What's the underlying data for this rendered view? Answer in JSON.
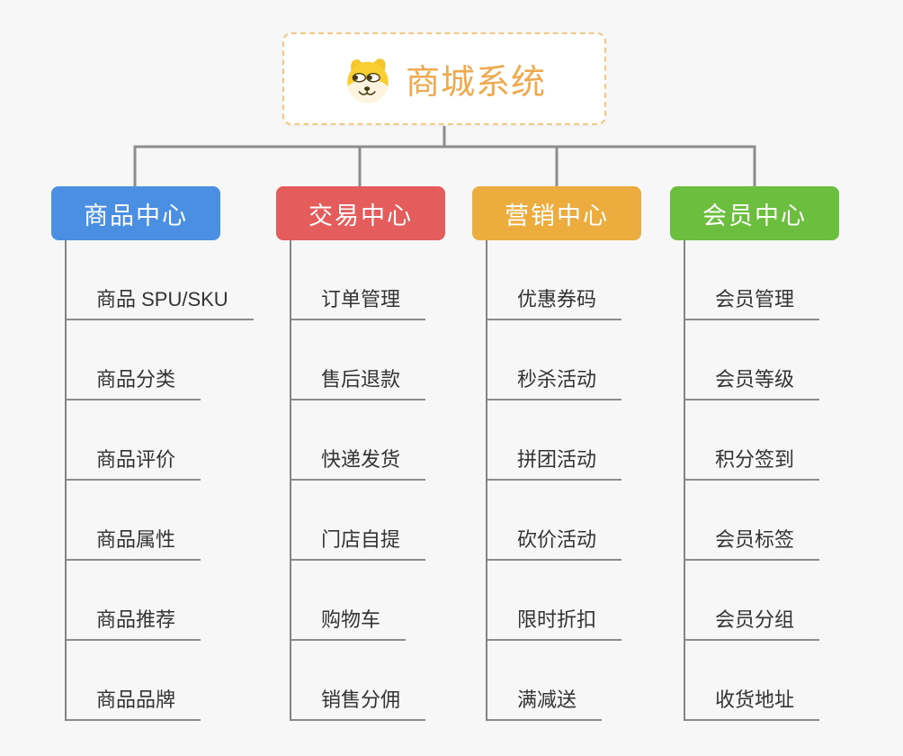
{
  "root": {
    "title": "商城系统",
    "icon": "shiba-dog-icon"
  },
  "colors": {
    "background": "#f7f7f7",
    "connector": "#8d8d8d",
    "rail": "#848484",
    "underline": "#8c8c8c",
    "item_text": "#333333",
    "root_text": "#efa94e",
    "root_border": "#f2c784",
    "root_background": "#ffffff"
  },
  "branches": [
    {
      "label": "商品中心",
      "color": "#4a8fe2",
      "items": [
        "商品 SPU/SKU",
        "商品分类",
        "商品评价",
        "商品属性",
        "商品推荐",
        "商品品牌"
      ]
    },
    {
      "label": "交易中心",
      "color": "#e45c5c",
      "items": [
        "订单管理",
        "售后退款",
        "快递发货",
        "门店自提",
        "购物车",
        "销售分佣"
      ]
    },
    {
      "label": "营销中心",
      "color": "#ecac3e",
      "items": [
        "优惠券码",
        "秒杀活动",
        "拼团活动",
        "砍价活动",
        "限时折扣",
        "满减送"
      ]
    },
    {
      "label": "会员中心",
      "color": "#6cbe3e",
      "items": [
        "会员管理",
        "会员等级",
        "积分签到",
        "会员标签",
        "会员分组",
        "收货地址"
      ]
    }
  ]
}
